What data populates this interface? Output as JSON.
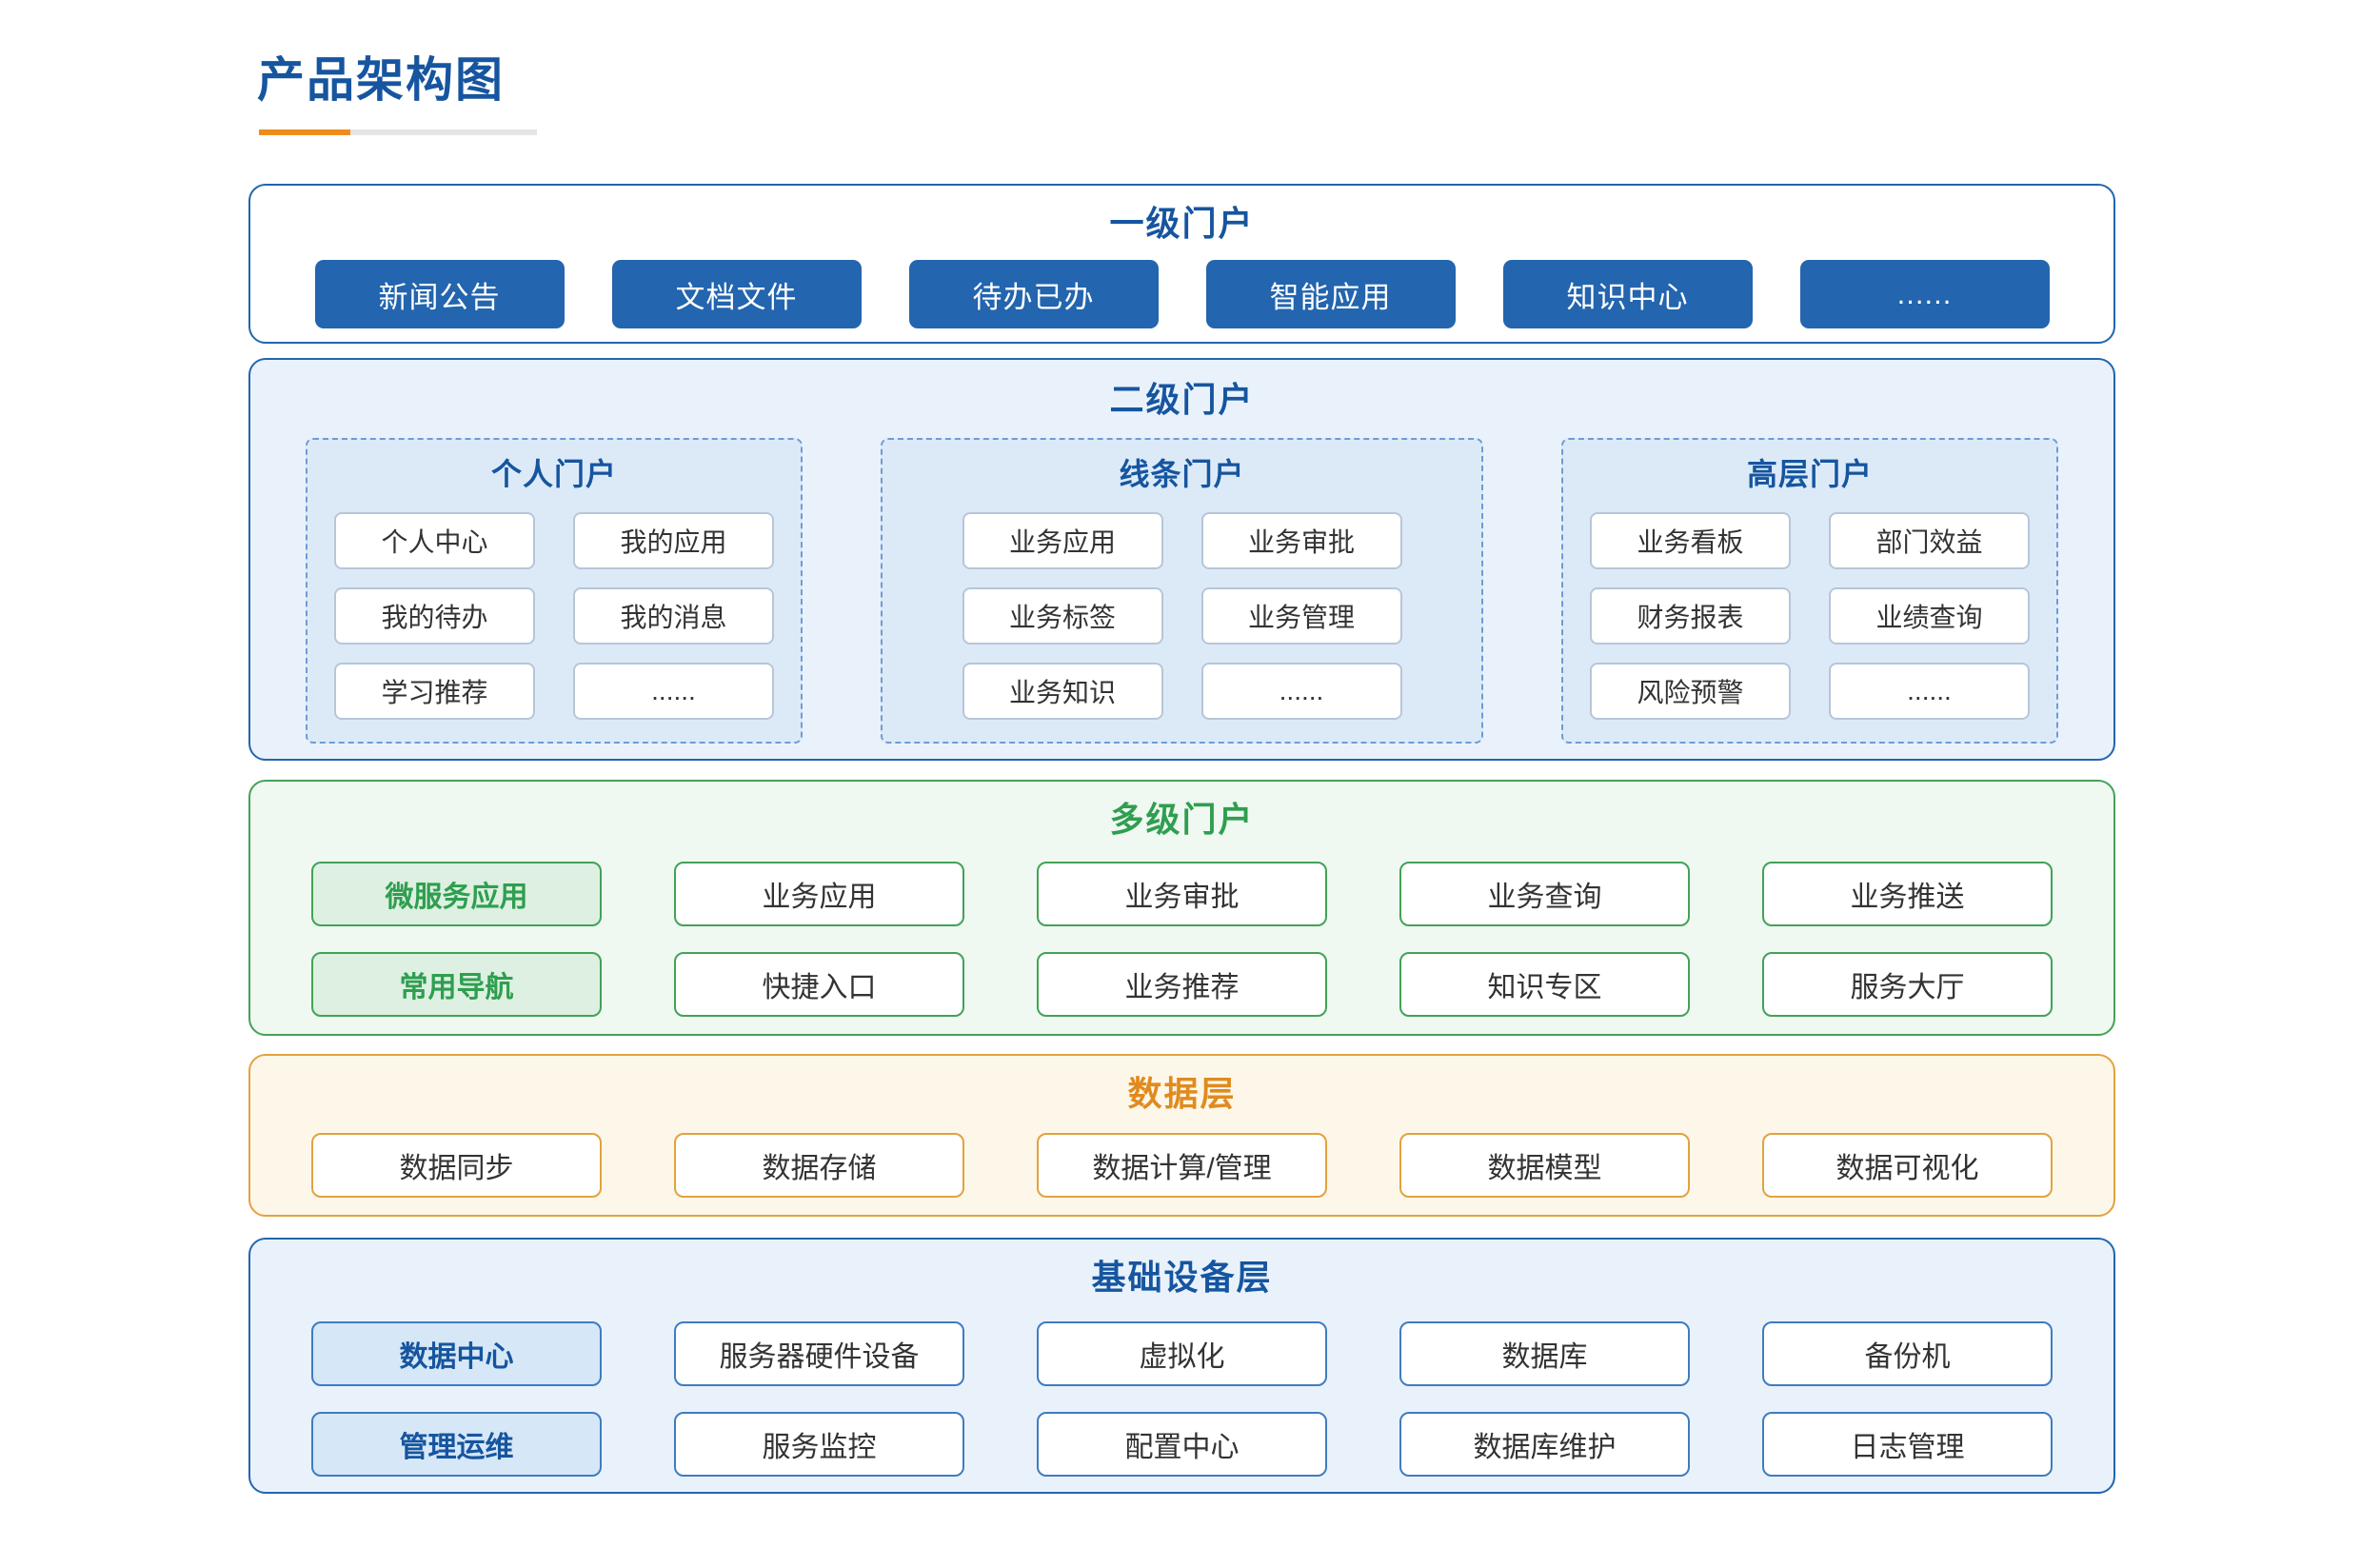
{
  "title": "产品架构图",
  "colors": {
    "primary_blue": "#2365ae",
    "title_blue": "#16559f",
    "mid_blue": "#3f7cc0",
    "dash_blue": "#6e9cd3",
    "light_blue_bg": "#e9f2fb",
    "panel_blue_bg": "#dceaf8",
    "blue_item_bg": "#d6e7f7",
    "cell_border": "#b6c6d8",
    "green": "#43a257",
    "green_text": "#2f9e50",
    "light_green_bg": "#eff8f1",
    "green_item_bg": "#ddf0e1",
    "orange": "#e2a23f",
    "orange_text": "#e08b1f",
    "light_orange_bg": "#fdf7e9",
    "accent_orange": "#f08c1e"
  },
  "layers": {
    "l1": {
      "title": "一级门户",
      "items": [
        "新闻公告",
        "文档文件",
        "待办已办",
        "智能应用",
        "知识中心",
        "......"
      ]
    },
    "l2": {
      "title": "二级门户",
      "groups": [
        {
          "title": "个人门户",
          "items": [
            "个人中心",
            "我的应用",
            "我的待办",
            "我的消息",
            "学习推荐",
            "......"
          ]
        },
        {
          "title": "线条门户",
          "items": [
            "业务应用",
            "业务审批",
            "业务标签",
            "业务管理",
            "业务知识",
            "......"
          ]
        },
        {
          "title": "高层门户",
          "items": [
            "业务看板",
            "部门效益",
            "财务报表",
            "业绩查询",
            "风险预警",
            "......"
          ]
        }
      ]
    },
    "l3": {
      "title": "多级门户",
      "rows": [
        {
          "highlight": "微服务应用",
          "items": [
            "业务应用",
            "业务审批",
            "业务查询",
            "业务推送"
          ]
        },
        {
          "highlight": "常用导航",
          "items": [
            "快捷入口",
            "业务推荐",
            "知识专区",
            "服务大厅"
          ]
        }
      ]
    },
    "l4": {
      "title": "数据层",
      "items": [
        "数据同步",
        "数据存储",
        "数据计算/管理",
        "数据模型",
        "数据可视化"
      ]
    },
    "l5": {
      "title": "基础设备层",
      "rows": [
        {
          "highlight": "数据中心",
          "items": [
            "服务器硬件设备",
            "虚拟化",
            "数据库",
            "备份机"
          ]
        },
        {
          "highlight": "管理运维",
          "items": [
            "服务监控",
            "配置中心",
            "数据库维护",
            "日志管理"
          ]
        }
      ]
    }
  }
}
